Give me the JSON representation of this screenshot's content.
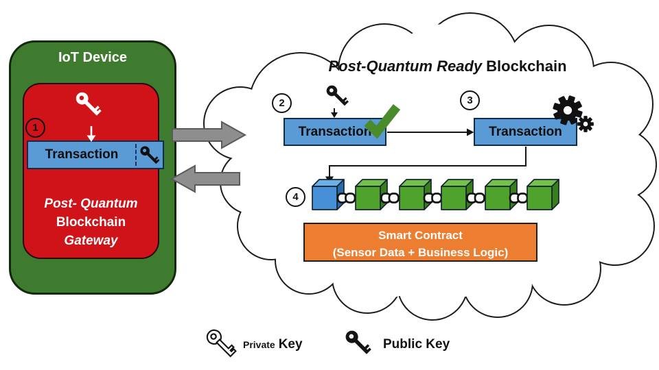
{
  "cloud_title": {
    "emphasis": "Post-Quantum Ready",
    "rest": "Blockchain"
  },
  "device": {
    "title": "IoT Device",
    "step": "1",
    "transaction_label": "Transaction",
    "gateway_line1": "Post- Quantum",
    "gateway_line2": "Blockchain",
    "gateway_line3": "Gateway"
  },
  "cloud": {
    "signed_step": "2",
    "signed_transaction_label": "Transaction",
    "executed_step": "3",
    "executed_transaction_label": "Transaction",
    "chain_step": "4",
    "block_count": 6,
    "smart_contract_line1": "Smart Contract",
    "smart_contract_line2": "(Sensor Data + Business Logic)"
  },
  "legend": {
    "private_key_word1": "Private",
    "private_key_word2": "Key",
    "public_key_label": "Public Key"
  },
  "icons": {
    "private_key": "outlined-key",
    "public_key": "solid-black-key",
    "signature_in_transaction": "small-black-key",
    "verification": "green-checkmark",
    "execution": "double-gears",
    "block_link": "chain-links",
    "block": "3d-cube"
  },
  "colors": {
    "device_green": "#3e7b2e",
    "gateway_red": "#cf1318",
    "transaction_blue": "#5b9bd5",
    "contract_orange": "#ed7d31",
    "block_blue": "#478fd6",
    "block_green": "#4fa32d",
    "check_green": "#4a8c2c",
    "arrow_gray": "#8e8e8e",
    "outline_black": "#141414"
  }
}
